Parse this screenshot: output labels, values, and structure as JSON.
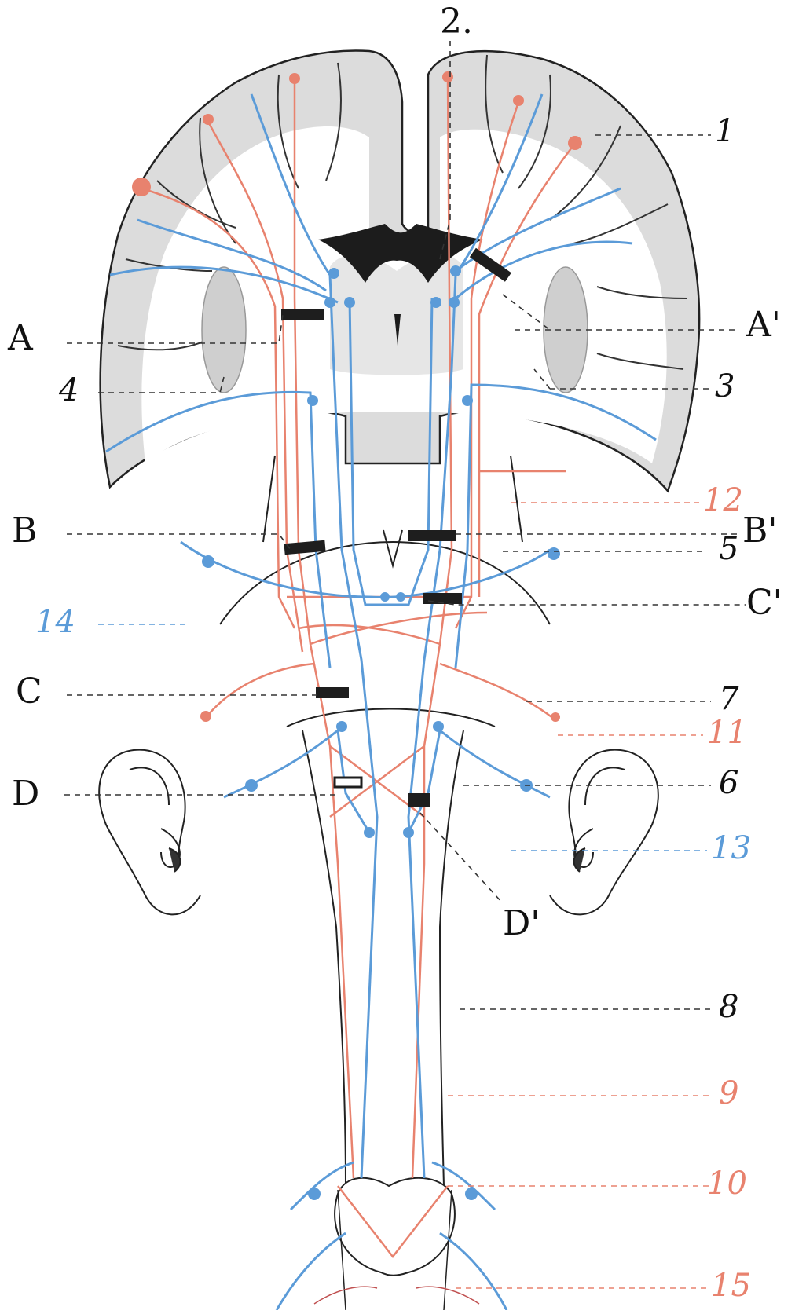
{
  "colors": {
    "cortex_fill": "#dcdcdc",
    "outline": "#222222",
    "ventricle": "#1c1c1c",
    "motor_red": "#e8826e",
    "sensory_blue": "#5b9bd8",
    "lesion": "#1e1e1e",
    "label_black": "#111111",
    "label_red": "#e8826e",
    "label_blue": "#5b9bd8"
  },
  "labels": {
    "l1": "1",
    "l2": "2.",
    "l3": "3",
    "l4": "4",
    "l5": "5",
    "l6": "6",
    "l7": "7",
    "l8": "8",
    "l9": "9",
    "l10": "10",
    "l11": "11",
    "l12": "12",
    "l13": "13",
    "l14": "14",
    "l15": "15",
    "A": "A",
    "A_prime": "A'",
    "B": "B",
    "B_prime": "B'",
    "C": "C",
    "C_prime": "C'",
    "D": "D",
    "D_prime": "D'"
  }
}
